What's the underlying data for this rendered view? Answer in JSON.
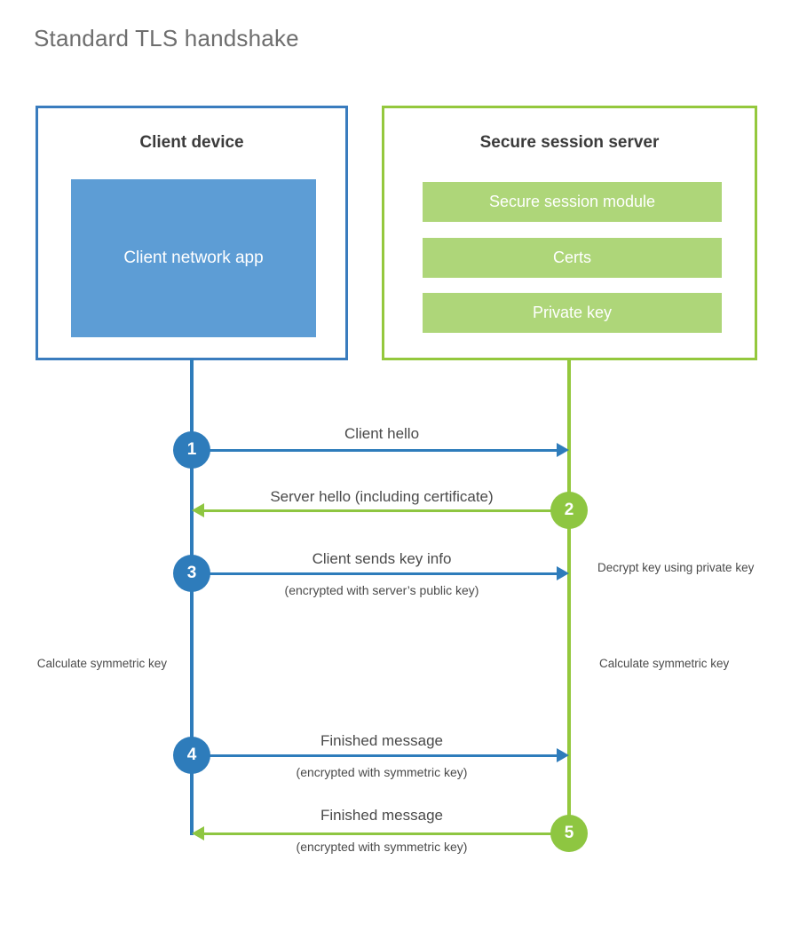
{
  "title": "Standard TLS handshake",
  "client": {
    "title": "Client device",
    "app_block": "Client network app"
  },
  "server": {
    "title": "Secure session server",
    "modules": [
      {
        "label": "Secure session module"
      },
      {
        "label": "Certs"
      },
      {
        "label": "Private key"
      }
    ]
  },
  "steps": [
    {
      "number": "1",
      "label": "Client hello",
      "sublabel": "",
      "direction": "client-to-server",
      "color": "#2e7cbb"
    },
    {
      "number": "2",
      "label": "Server hello (including certificate)",
      "sublabel": "",
      "direction": "server-to-client",
      "color": "#8ec641"
    },
    {
      "number": "3",
      "label": "Client sends key info",
      "sublabel": "(encrypted with server’s public key)",
      "direction": "client-to-server",
      "color": "#2e7cbb"
    },
    {
      "number": "4",
      "label": "Finished message",
      "sublabel": "(encrypted with symmetric key)",
      "direction": "client-to-server",
      "color": "#2e7cbb"
    },
    {
      "number": "5",
      "label": "Finished message",
      "sublabel": "(encrypted with symmetric key)",
      "direction": "server-to-client",
      "color": "#8ec641"
    }
  ],
  "notes": {
    "decrypt": "Decrypt key using private key",
    "client_calculate": "Calculate symmetric key",
    "server_calculate": "Calculate symmetric key"
  },
  "colors": {
    "client_border": "#3a7cbe",
    "client_fill": "#5d9dd5",
    "server_border": "#94c83d",
    "server_fill": "#aed679",
    "blue_accent": "#2e7cbb",
    "green_accent": "#8ec641",
    "title_text": "#6e6e6e",
    "body_text": "#4a4a4a",
    "heading_text": "#3b3b3b",
    "background": "#ffffff"
  }
}
